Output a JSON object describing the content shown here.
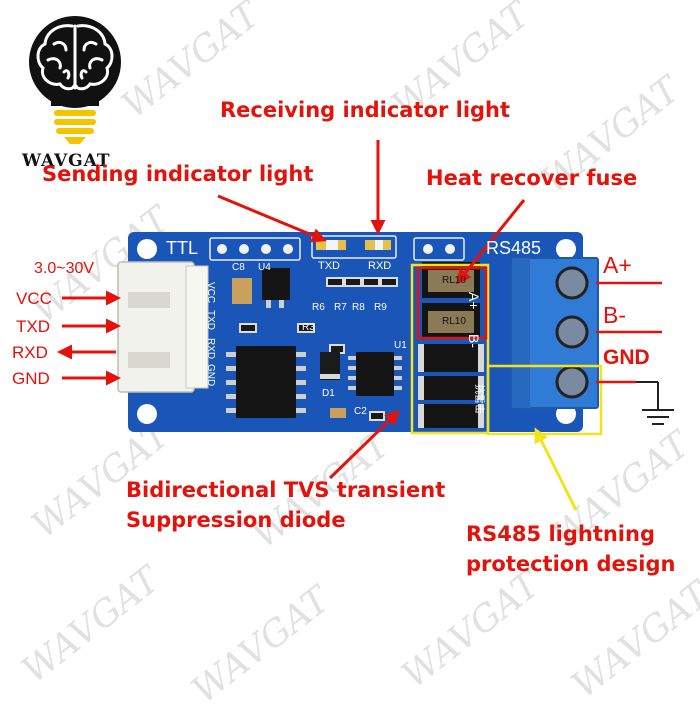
{
  "brand": {
    "logo_text": "WAVGAT",
    "watermark": "WAVGAT"
  },
  "callouts": {
    "receiving": "Receiving indicator light",
    "sending": "Sending indicator light",
    "fuse": "Heat recover fuse",
    "tvs_line1": "Bidirectional TVS transient",
    "tvs_line2": "Suppression diode",
    "lightning_line1": "RS485 lightning",
    "lightning_line2": "protection design"
  },
  "pins": {
    "voltage": "3.0~30V",
    "vcc": "VCC",
    "txd": "TXD",
    "rxd": "RXD",
    "gnd": "GND"
  },
  "terminals": {
    "a": "A+",
    "b": "B-",
    "gnd": "GND"
  },
  "board": {
    "ttl": "TTL",
    "rs485": "RS485",
    "txd": "TXD",
    "rxd": "RXD",
    "conn_vcc": "VCC",
    "conn_txd": "TXD",
    "conn_rxd": "RXD",
    "conn_gnd": "GND",
    "c8": "C8",
    "u4": "U4",
    "u1": "U1",
    "r3": "R3",
    "c2": "C2",
    "d1": "D1",
    "r6": "R6",
    "r7": "R7",
    "r8": "R8",
    "r9": "R9",
    "a_plus": "A+",
    "b_minus": "B-",
    "fuse_1": "RL10",
    "fuse_2": "RL10",
    "chinese": "抗雷击"
  },
  "colors": {
    "callout_red": "#e3120b",
    "board_blue": "#1a55b8",
    "highlight_yellow": "#f4e21a",
    "terminal_blue": "#2f7bd6"
  }
}
